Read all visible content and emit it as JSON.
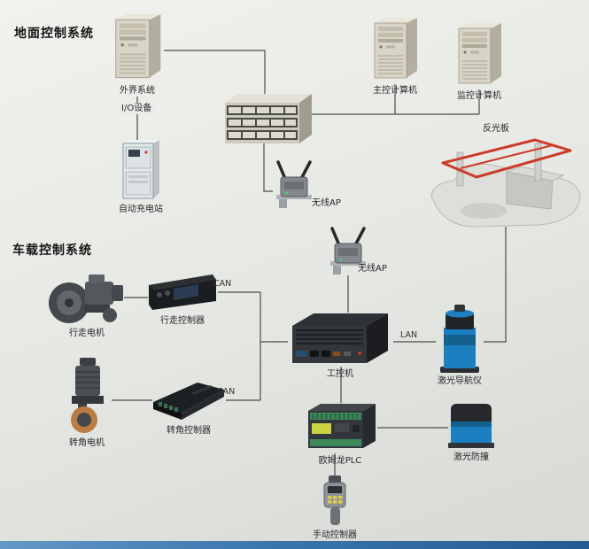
{
  "colors": {
    "background_top": "#f1f2ee",
    "background_bottom": "#d7d9d5",
    "bottom_bar_blue": "#3a76ae",
    "device_blue": "#1b7fc0",
    "reflector_frame_red": "#cc3b28",
    "connector_line": "#4b4b4b"
  },
  "sections": {
    "ground": {
      "title": "地面控制系统"
    },
    "vehicle": {
      "title": "车载控制系统"
    }
  },
  "nodes": {
    "external_system": {
      "label": "外界系统"
    },
    "io_device": {
      "label": "I/O设备"
    },
    "charging_station": {
      "label": "自动充电站"
    },
    "main_computer": {
      "label": "主控计算机"
    },
    "monitor_computer": {
      "label": "监控计算机"
    },
    "reflector": {
      "label": "反光板"
    },
    "wireless_ap_1": {
      "label": "无线AP"
    },
    "wireless_ap_2": {
      "label": "无线AP"
    },
    "travel_motor": {
      "label": "行走电机"
    },
    "travel_controller": {
      "label": "行走控制器"
    },
    "steering_motor": {
      "label": "转角电机"
    },
    "steering_controller": {
      "label": "转角控制器"
    },
    "industrial_pc": {
      "label": "工控机"
    },
    "laser_navigator": {
      "label": "激光导航仪"
    },
    "omron_plc": {
      "label": "欧姆龙PLC"
    },
    "laser_anticollision": {
      "label": "激光防撞"
    },
    "manual_controller": {
      "label": "手动控制器"
    }
  },
  "edge_labels": {
    "can_travel": "CAN",
    "can_steering": "CAN",
    "lan": "LAN"
  }
}
